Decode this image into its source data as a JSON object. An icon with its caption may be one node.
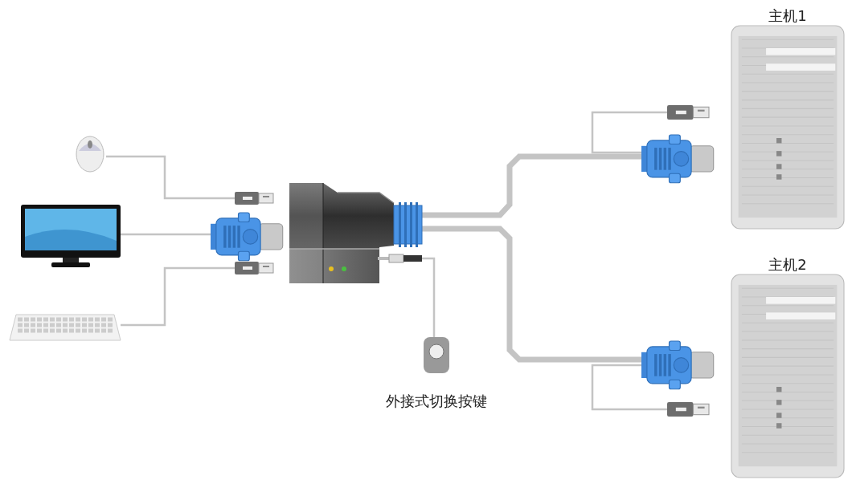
{
  "diagram": {
    "nodes": [
      {
        "text": [],
        "shape": "picture"
      },
      {
        "text": [],
        "shape": "picture"
      },
      {
        "text": [],
        "shape": "picture"
      },
      {
        "text": [],
        "shape": "picture"
      },
      {
        "text": [],
        "shape": "picture"
      },
      {
        "text": [],
        "shape": "picture"
      },
      {
        "text": [],
        "shape": "picture"
      },
      {
        "text": [],
        "shape": "picture"
      },
      {
        "text": [],
        "shape": "picture",
        "beside": [
          "外接式切换按键"
        ]
      },
      {
        "text": [
          "主机1"
        ]
      },
      {
        "text": [
          "主机2"
        ]
      },
      {
        "text": [],
        "shape": "picture"
      },
      {
        "text": [],
        "shape": "picture"
      },
      {
        "text": [],
        "shape": "picture"
      },
      {
        "text": [],
        "shape": "picture"
      }
    ],
    "edges": [
      {
        "from": 0,
        "to": 3,
        "arrow": "none"
      },
      {
        "from": 1,
        "to": 4,
        "arrow": "none"
      },
      {
        "from": 2,
        "to": 5,
        "arrow": "none"
      },
      {
        "from": 6,
        "to": 12,
        "arrow": "none",
        "style": "thick"
      },
      {
        "from": 6,
        "to": 13,
        "arrow": "none",
        "style": "thick"
      },
      {
        "from": 12,
        "to": 11,
        "arrow": "none"
      },
      {
        "from": 13,
        "to": 14,
        "arrow": "none"
      },
      {
        "from": 7,
        "to": 8,
        "arrow": "none"
      }
    ]
  }
}
